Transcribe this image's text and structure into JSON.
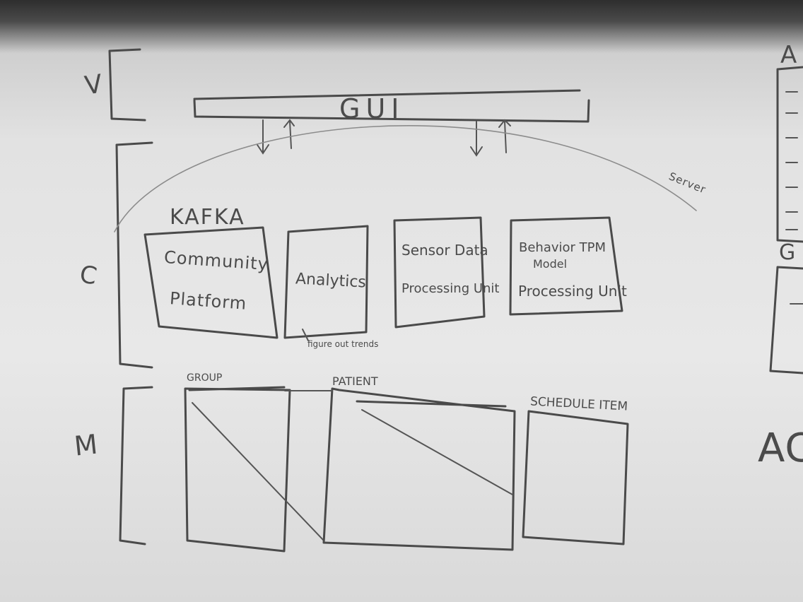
{
  "layers": {
    "view": "V",
    "controller": "C",
    "model": "M"
  },
  "gui": {
    "label": "GUI"
  },
  "server_label": "Server",
  "controller_components": [
    {
      "overlay": "KAFKA",
      "line1": "Community",
      "line2": "Platform"
    },
    {
      "line1": "Analytics",
      "note": "figure out trends"
    },
    {
      "line1": "Sensor Data",
      "line2": "Processing Unit"
    },
    {
      "line1": "Behavior TPM",
      "line1b": "Model",
      "line2": "Processing Unit"
    }
  ],
  "model_entities": [
    {
      "label": "GROUP"
    },
    {
      "label": "PATIENT"
    },
    {
      "label": "SCHEDULE ITEM"
    }
  ],
  "edge_fragments": {
    "top": "A",
    "mid": "G",
    "bottom": "AC"
  }
}
